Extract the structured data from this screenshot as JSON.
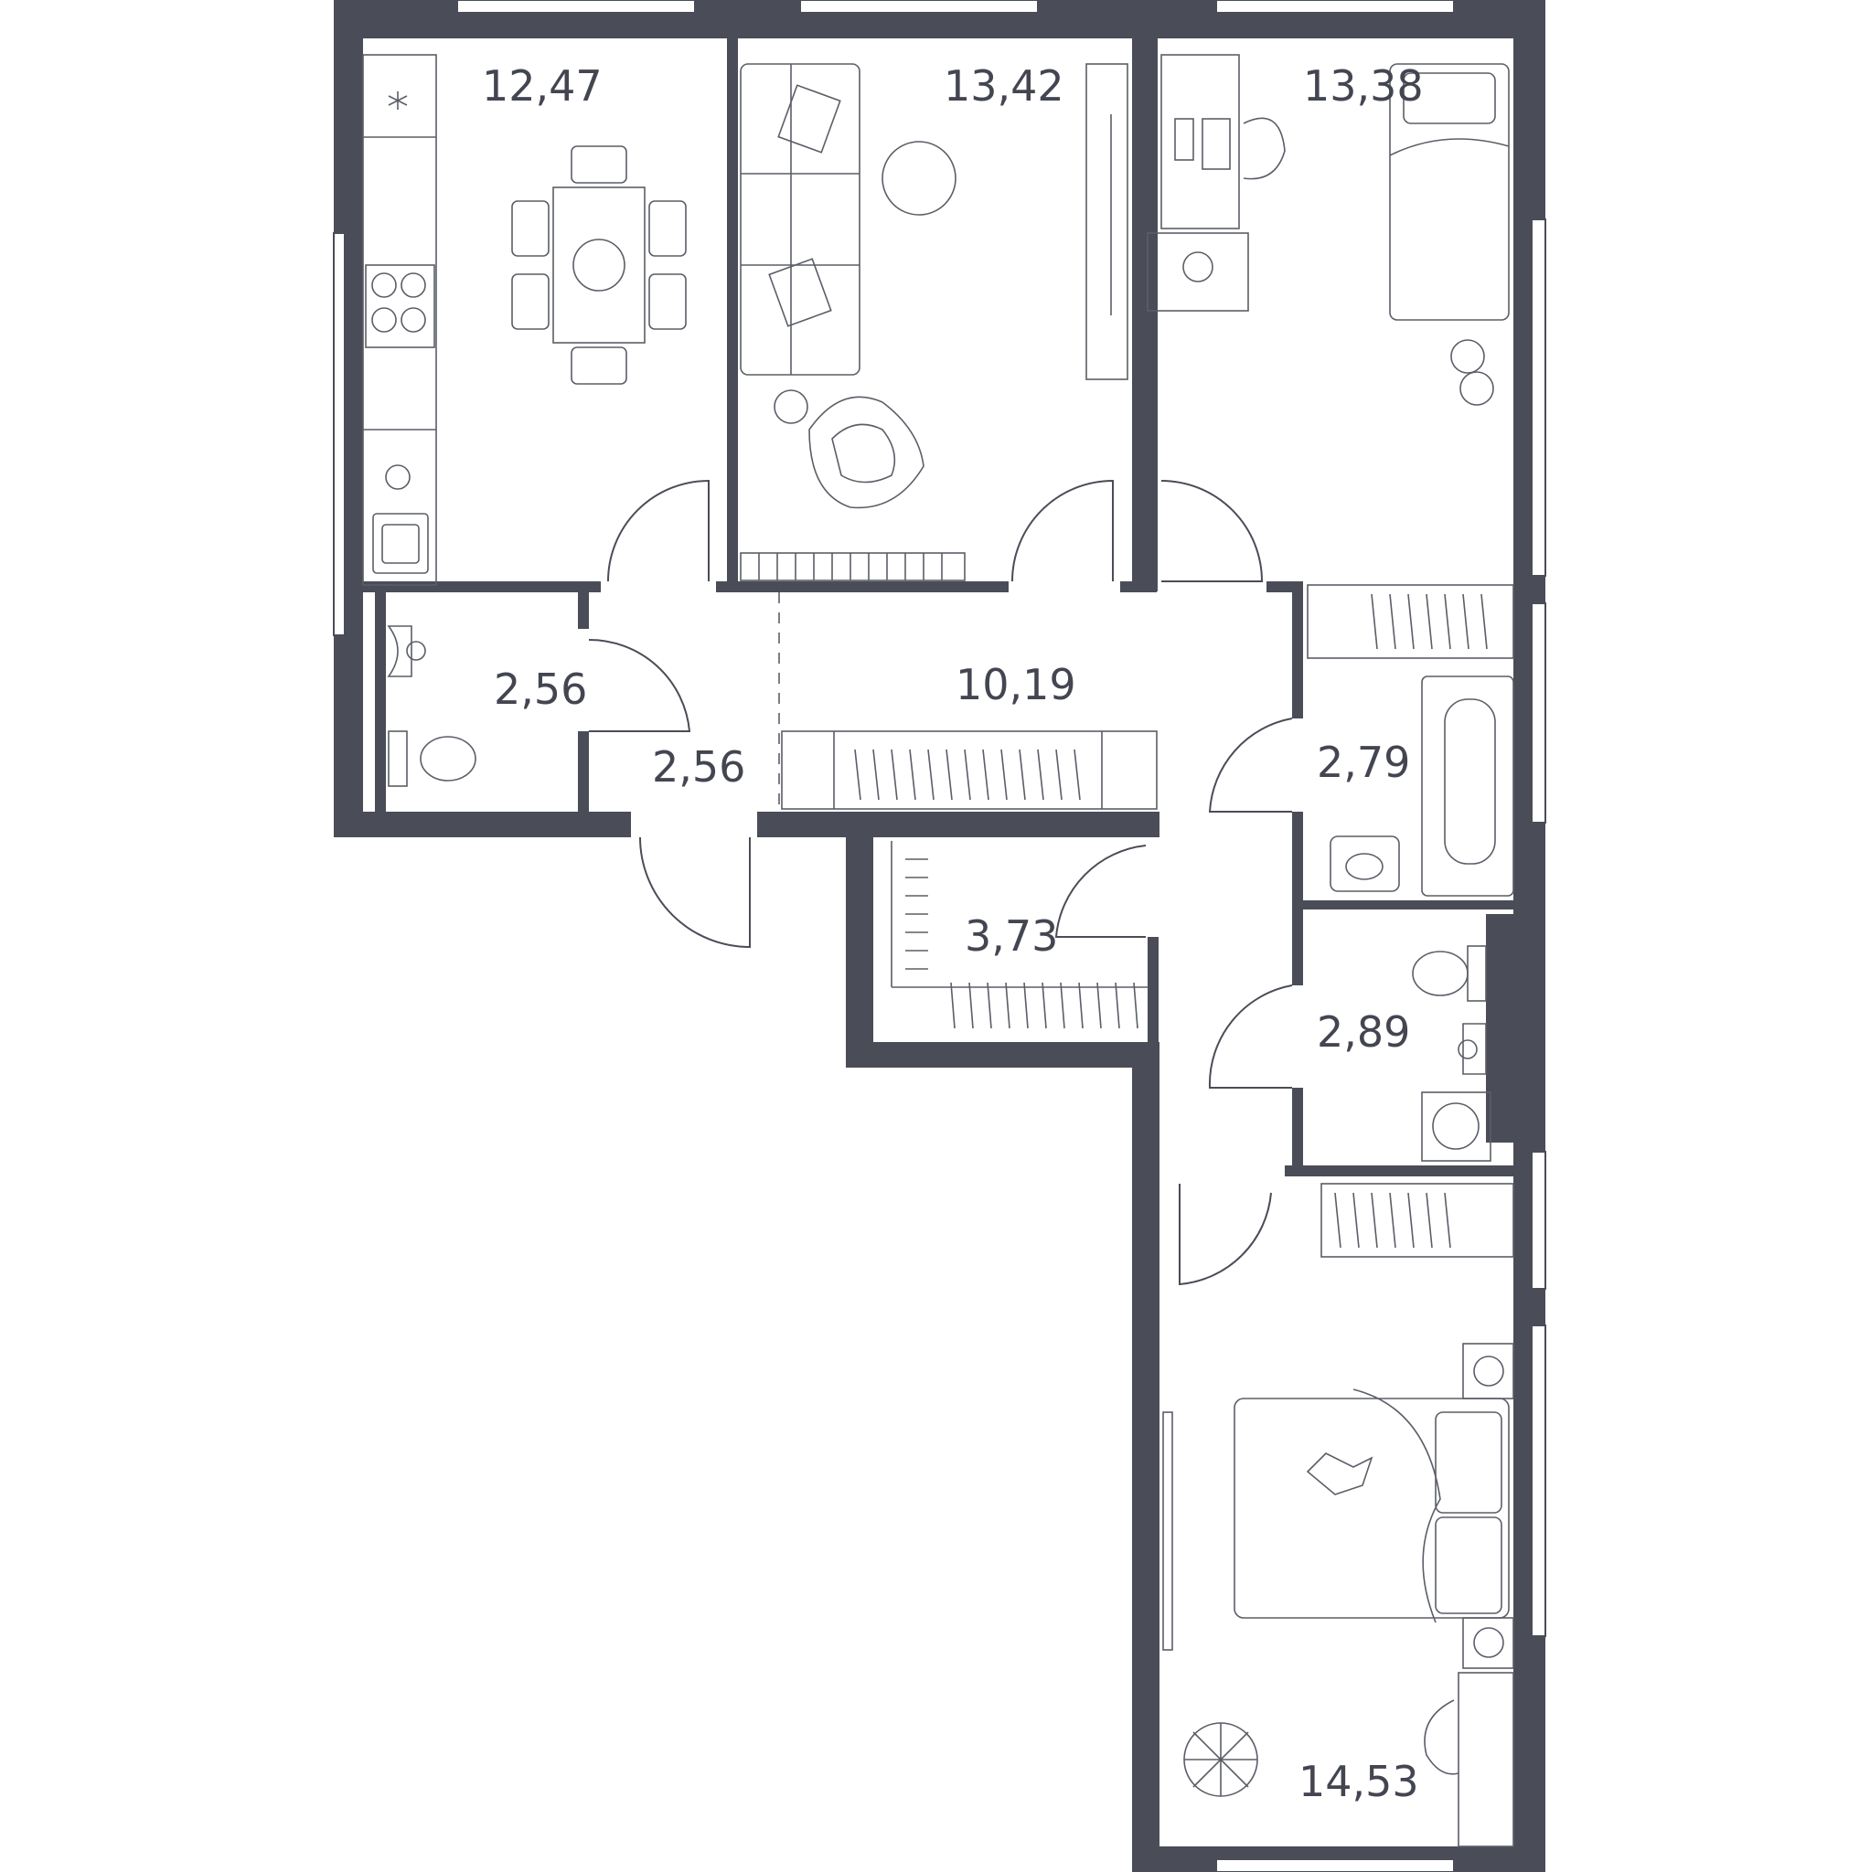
{
  "colors": {
    "wall": "#4a4d57",
    "text": "#434651",
    "furniture_line": "#5b5e67",
    "background": "#ffffff"
  },
  "rooms": [
    {
      "id": "kitchen",
      "area": "12,47"
    },
    {
      "id": "living-room",
      "area": "13,42"
    },
    {
      "id": "bedroom-north",
      "area": "13,38"
    },
    {
      "id": "wc",
      "area": "2,56"
    },
    {
      "id": "entry",
      "area": "2,56"
    },
    {
      "id": "hallway",
      "area": "10,19"
    },
    {
      "id": "bathroom",
      "area": "2,79"
    },
    {
      "id": "storage",
      "area": "3,73"
    },
    {
      "id": "laundry-wc",
      "area": "2,89"
    },
    {
      "id": "master-bedroom",
      "area": "14,53"
    }
  ],
  "icons": [
    "stove-icon",
    "sink-icon",
    "dining-table-icon",
    "sofa-icon",
    "armchair-icon",
    "tv-icon",
    "bookshelf-icon",
    "desk-icon",
    "bed-icon",
    "wardrobe-icon",
    "toilet-icon",
    "washbasin-icon",
    "bathtub-icon",
    "washing-machine-icon",
    "plant-icon",
    "ball-icon",
    "skates-icon",
    "cat-icon"
  ]
}
